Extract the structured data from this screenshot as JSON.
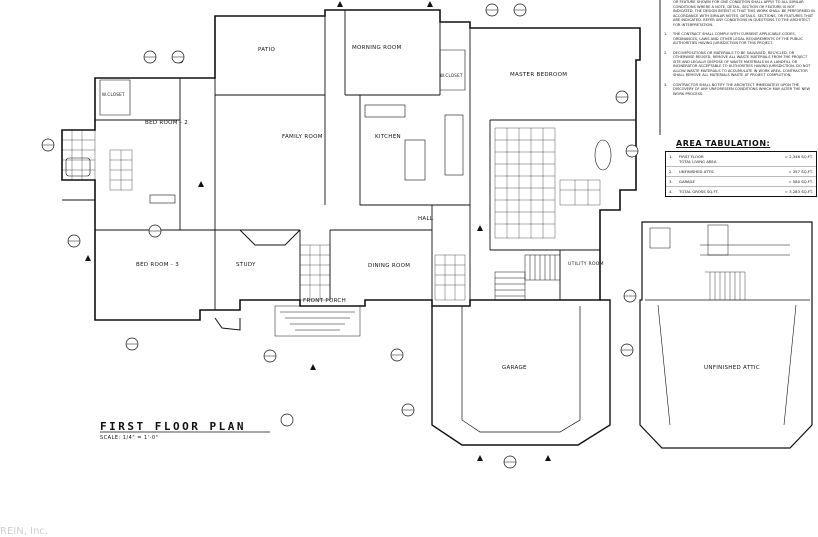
{
  "title": "FIRST FLOOR PLAN",
  "scale": "SCALE: 1/4\" = 1'-0\"",
  "rooms": {
    "patio": "PATIO",
    "morning_room": "MORNING ROOM",
    "master_bedroom": "MASTER BEDROOM",
    "bedroom2": "BED ROOM - 2",
    "family_room": "FAMILY ROOM",
    "kitchen": "KITCHEN",
    "hall": "HALL",
    "bedroom3": "BED ROOM - 3",
    "study": "STUDY",
    "dining_room": "DINING ROOM",
    "front_porch": "FRONT PORCH",
    "utility_room": "UTILITY ROOM",
    "garage": "GARAGE",
    "unfinished_attic": "UNFINISHED ATTIC",
    "closet_a": "W.CLOSET",
    "closet_b": "W.CLOSET"
  },
  "notes": [
    {
      "num": "",
      "text": "OR FEATURE SHOWN FOR ONE CONDITION SHALL APPLY TO ALL SIMILAR CONDITIONS WHERE A NOTE, DETAIL, SECTION OR FEATURE IS NOT INDICATED. THE DESIGN INTENT IS THAT THIS WORK SHALL BE PERFORMED IN ACCORDANCE WITH SIMILAR NOTES, DETAILS, SECTIONS, OR FEATURES THAT ARE INDICATED. REFER ANY CONDITIONS IN QUESTIONS TO THE ARCHITECT FOR INTERPRETATION."
    },
    {
      "num": "1.",
      "text": "THE CONTRACT SHALL COMPLY WITH CURRENT APPLICABLE CODES, ORDINANCES, LAWS AND OTHER LEGAL REQUIREMENTS OF THE PUBLIC AUTHORITIES HAVING JURISDICTION FOR THIS PROJECT."
    },
    {
      "num": "2.",
      "text": "DECOMPOSITIONS OR MATERIALS TO BE SALVAGED, RECYCLED, OR OTHERWISE REUSED, REMOVE ALL WASTE MATERIALS FROM THE PROJECT SITE AND LEGALLY DISPOSE OF WASTE MATERIALS IN A LANDFILL OR INCINERATOR ACCEPTABLE TO AUTHORITIES HAVING JURISDICTION. DO NOT ALLOW WASTE MATERIALS TO ACCUMULATE IN WORK AREA. CONTRACTOR SHALL REMOVE ALL MATERIALS WASTE AT PROJECT COMPLETION."
    },
    {
      "num": "3.",
      "text": "CONTRACTOR SHALL NOTIFY THE ARCHITECT IMMEDIATELY UPON THE DISCOVERY OF ANY UNFORESEEN CONDITIONS WHICH MAY ALTER THE NEW WORK PROCESS."
    }
  ],
  "area_tabulation": {
    "title": "AREA TABULATION:",
    "rows": [
      {
        "n": "1.",
        "label": "FIRST FLOOR\nTOTAL LIVING AREA",
        "value": "= 2,346 SQ.FT."
      },
      {
        "n": "2.",
        "label": "UNFINISHED ATTIC",
        "value": "= 357 SQ.FT."
      },
      {
        "n": "3.",
        "label": "GARAGE",
        "value": "= 580 SQ.FT."
      },
      {
        "n": "4.",
        "label": "TOTAL GROSS SQ.FT.",
        "value": "= 3,283 SQ.FT."
      }
    ]
  },
  "watermark": "REIN, Inc."
}
